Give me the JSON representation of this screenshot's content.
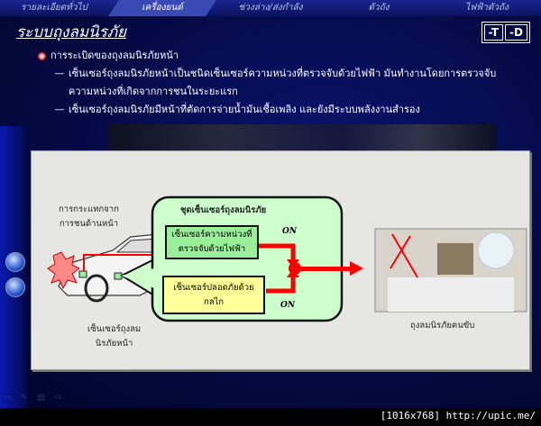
{
  "nav": {
    "items": [
      "รายละเอียดทั่วไป",
      "เครื่องยนต์",
      "ช่วงล่าง/ส่งกำลัง",
      "ตัวถัง",
      "ไฟฟ้าตัวถัง"
    ],
    "active": 1
  },
  "title": "ระบบถุงลมนิรภัย",
  "toolbar": {
    "t_label": "-T",
    "d_label": "-D"
  },
  "bullets": {
    "main": "การระเบิดของถุงลมนิรภัยหน้า",
    "sub1_line1": "เซ็นเซอร์ถุงลมนิรภัยหน้าเป็นชนิดเซ็นเซอร์ความหน่วงที่ตรวจจับด้วยไฟฟ้า มันทำงานโดยการตรวจจับ",
    "sub1_line2": "ความหน่วงที่เกิดจากการชนในระยะแรก",
    "sub2": "เซ็นเซอร์ถุงลมนิรภัยมีหน้าที่ตัดการจ่ายน้ำมันเชื้อเพลิง และยังมีระบบพลังงานสำรอง"
  },
  "diagram": {
    "impact_line1": "การกระแทกจาก",
    "impact_line2": "การชนด้านหน้า",
    "unit_title": "ชุดเซ็นเซอร์ถุงลมนิรภัย",
    "sensor1_line1": "เซ็นเซอร์ความหน่วงที่",
    "sensor1_line2": "ตรวจจับด้วยไฟฟ้า",
    "sensor2_line1": "เซ็นเซอร์ปลอดภัยด้วย",
    "sensor2_line2": "กลไก",
    "on1": "ON",
    "on2": "ON",
    "front_sensor_line1": "เซ็นเซอร์ถุงลม",
    "front_sensor_line2": "นิรภัยหน้า",
    "airbag_label": "ถุงลมนิรภัยคนขับ",
    "colors": {
      "arrow": "#ff0000",
      "callout": "#ccffcc",
      "sensor1": "#99ee99",
      "sensor2": "#ffff99"
    }
  },
  "watermark": "[1016x768] http://upic.me/"
}
